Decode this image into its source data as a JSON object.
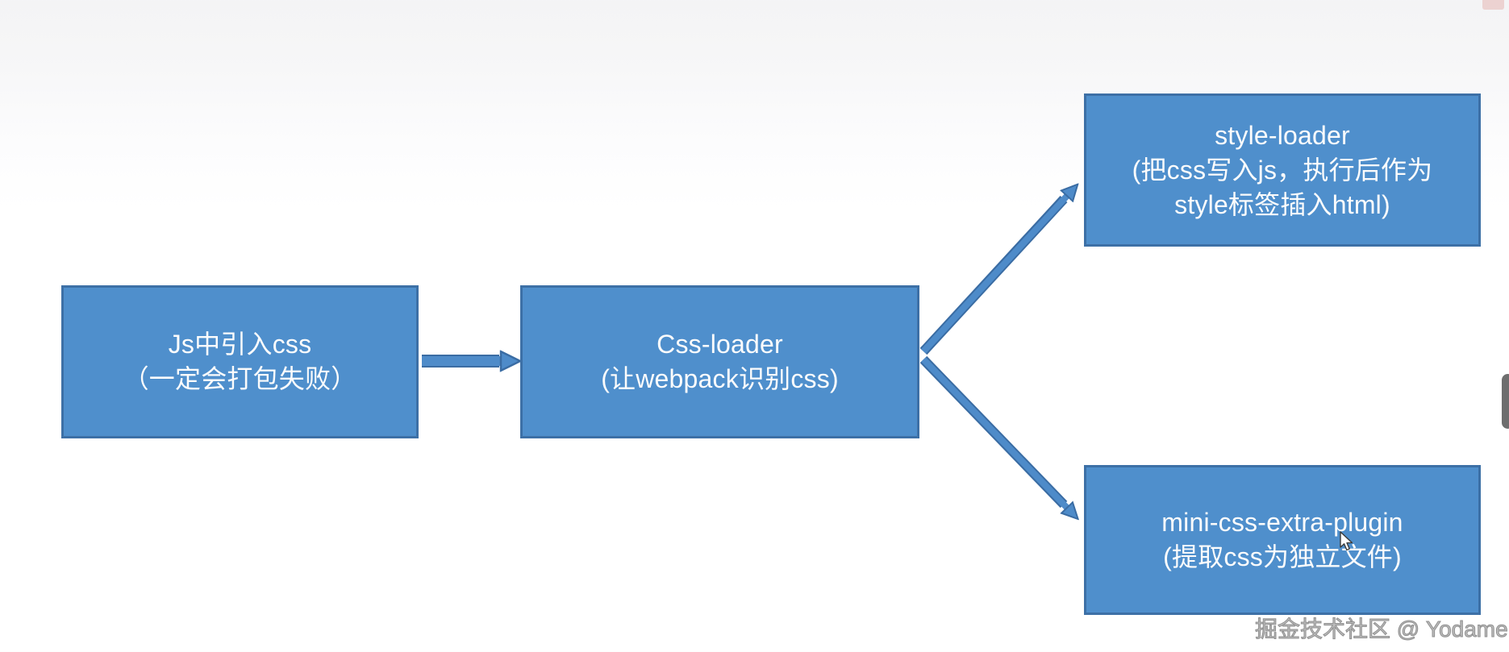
{
  "diagram": {
    "nodes": [
      {
        "id": "js-import-css",
        "lines": [
          "Js中引入css",
          "（一定会打包失败）"
        ]
      },
      {
        "id": "css-loader",
        "lines": [
          "Css-loader",
          "(让webpack识别css)"
        ]
      },
      {
        "id": "style-loader",
        "lines": [
          "style-loader",
          "(把css写入js，执行后作为",
          "style标签插入html)"
        ]
      },
      {
        "id": "mini-css-extra-plugin",
        "lines": [
          "mini-css-extra-plugin",
          "(提取css为独立文件)"
        ]
      }
    ],
    "edges": [
      {
        "from": "js-import-css",
        "to": "css-loader"
      },
      {
        "from": "css-loader",
        "to": "style-loader"
      },
      {
        "from": "css-loader",
        "to": "mini-css-extra-plugin"
      }
    ],
    "colors": {
      "node_fill": "#4F8FCC",
      "node_border": "#3D70A6",
      "arrow_fill": "#4E8BC9",
      "arrow_border": "#3A6CA3",
      "node_text": "#FCFCFC"
    }
  },
  "watermark": {
    "text": "掘金技术社区 @ Yodame"
  }
}
